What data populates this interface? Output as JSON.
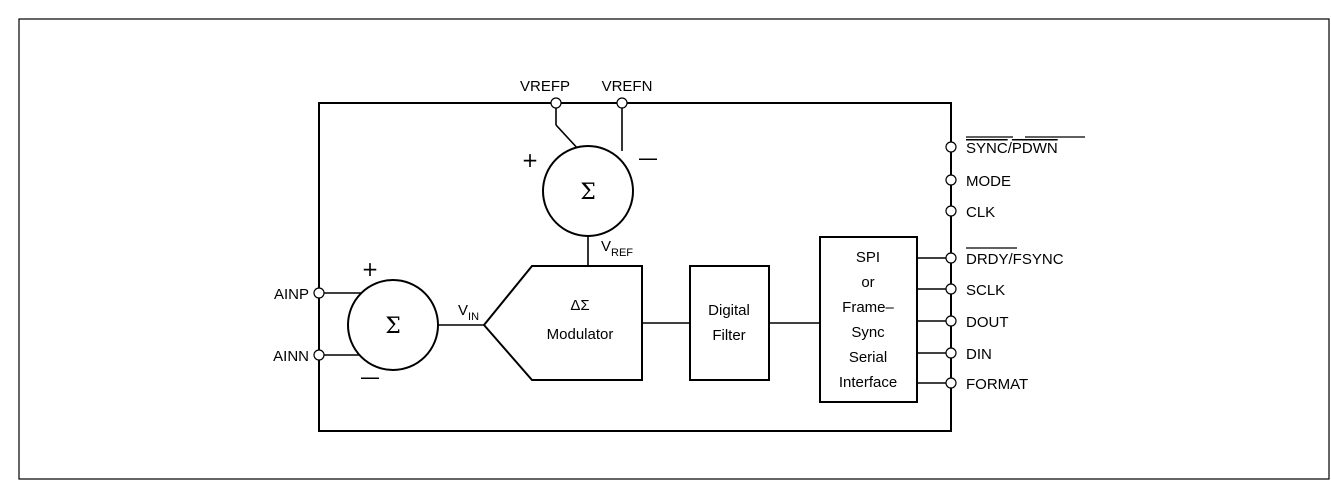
{
  "reference_pins": {
    "vrefp": "VREFP",
    "vrefn": "VREFN"
  },
  "analog_inputs": {
    "ainp": "AINP",
    "ainn": "AINN"
  },
  "summing_nodes": {
    "reference": {
      "symbol": "Σ",
      "plus": "+",
      "minus": "—"
    },
    "input": {
      "symbol": "Σ",
      "plus": "+",
      "minus": "—"
    }
  },
  "signals": {
    "vref": {
      "base": "V",
      "sub": "REF"
    },
    "vin": {
      "base": "V",
      "sub": "IN"
    }
  },
  "blocks": {
    "modulator": {
      "line1": "ΔΣ",
      "line2": "Modulator"
    },
    "filter": {
      "line1": "Digital",
      "line2": "Filter"
    },
    "interface": {
      "lines": [
        "SPI",
        "or",
        "Frame–",
        "Sync",
        "Serial",
        "Interface"
      ]
    }
  },
  "control_pins": {
    "sync_pdwn": {
      "over1": "SYNC",
      "sep": "/",
      "over2": "PDWN"
    },
    "mode": "MODE",
    "clk": "CLK"
  },
  "serial_pins": {
    "drdy_fsync": {
      "over": "DRDY",
      "rest": "/FSYNC"
    },
    "sclk": "SCLK",
    "dout": "DOUT",
    "din": "DIN",
    "format": "FORMAT"
  }
}
